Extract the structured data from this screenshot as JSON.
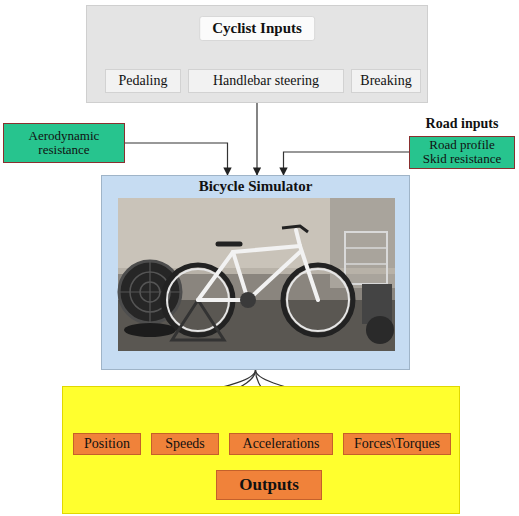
{
  "diagram": {
    "nodes": [
      {
        "text": [
          "Cyclist Inputs"
        ]
      },
      {
        "text": [
          "Pedaling"
        ],
        "in": 0
      },
      {
        "text": [
          "Handlebar steering"
        ],
        "in": 0
      },
      {
        "text": [
          "Breaking"
        ],
        "in": 0
      },
      {
        "text": [
          "Aerodynamic resistance"
        ]
      },
      {
        "text": [
          "Road inputs",
          "Road profile Skid resistance"
        ]
      },
      {
        "text": [
          "Bicycle Simulator"
        ]
      },
      {
        "text": [
          "Outputs"
        ]
      },
      {
        "text": [
          "Position"
        ],
        "in": 7
      },
      {
        "text": [
          "Speeds"
        ],
        "in": 7
      },
      {
        "text": [
          "Accelerations"
        ],
        "in": 7
      },
      {
        "text": [
          "Forces\\Torques"
        ],
        "in": 7
      }
    ],
    "edges": [
      {
        "from": 0,
        "to": 1,
        "arrow": "to"
      },
      {
        "from": 0,
        "to": 2,
        "arrow": "to"
      },
      {
        "from": 0,
        "to": 3,
        "arrow": "to"
      },
      {
        "from": 0,
        "to": 6,
        "arrow": "to"
      },
      {
        "from": 4,
        "to": 6,
        "arrow": "to"
      },
      {
        "from": 5,
        "to": 6,
        "arrow": "to"
      },
      {
        "from": 6,
        "to": 8,
        "arrow": "to"
      },
      {
        "from": 6,
        "to": 9,
        "arrow": "to"
      },
      {
        "from": 6,
        "to": 10,
        "arrow": "to"
      },
      {
        "from": 6,
        "to": 11,
        "arrow": "to"
      }
    ]
  }
}
